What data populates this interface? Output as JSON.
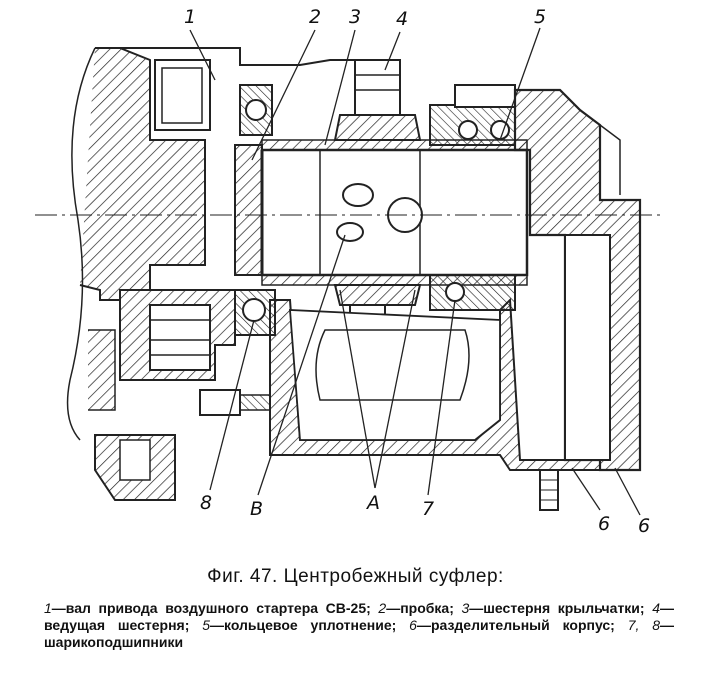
{
  "figure": {
    "callouts": {
      "n1": "1",
      "n2": "2",
      "n3": "3",
      "n4": "4",
      "n5": "5",
      "n6a": "6",
      "n6b": "6",
      "n7": "7",
      "n8": "8",
      "B": "B",
      "A": "A"
    }
  },
  "caption": {
    "title": "Фиг. 47. Центробежный суфлер:",
    "legend": [
      {
        "num": "1",
        "text": "—вал привода воздушного стартера СВ-25; "
      },
      {
        "num": "2",
        "text": "—пробка; "
      },
      {
        "num": "3",
        "text": "—шестерня крыльчатки; "
      },
      {
        "num": "4",
        "text": "—ведущая шестерня; "
      },
      {
        "num": "5",
        "text": "—кольцевое уплотнение; "
      },
      {
        "num": "6",
        "text": "—разделительный корпус; "
      },
      {
        "num": "7, 8",
        "text": "—шарикоподшипники"
      }
    ]
  }
}
